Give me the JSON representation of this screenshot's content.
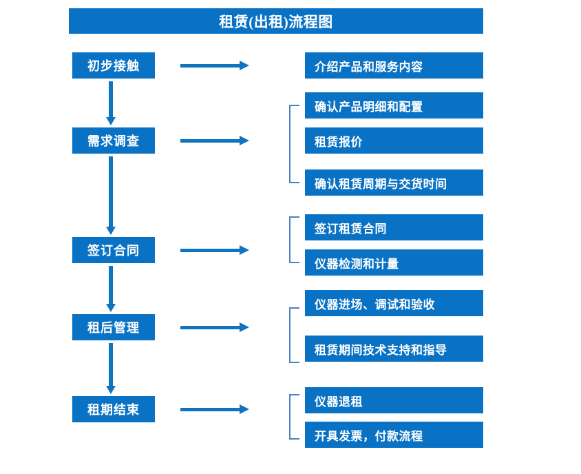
{
  "title": "租赁(出租)流程图",
  "theme": {
    "box_blue": "#0a72c4",
    "arrow_blue": "#0f73bf",
    "bracket_blue": "#4b82bd",
    "text_white": "#ffffff",
    "background": "#ffffff"
  },
  "flow": {
    "stages": [
      {
        "label": "初步接触"
      },
      {
        "label": "需求调查"
      },
      {
        "label": "签订合同"
      },
      {
        "label": "租后管理"
      },
      {
        "label": "租期结束"
      }
    ],
    "details": [
      {
        "group": 1,
        "items": [
          "介绍产品和服务内容"
        ]
      },
      {
        "group": 2,
        "items": [
          "确认产品明细和配置",
          "租赁报价",
          "确认租赁周期与交货时间"
        ]
      },
      {
        "group": 3,
        "items": [
          "签订租赁合同",
          "仪器检测和计量"
        ]
      },
      {
        "group": 4,
        "items": [
          "仪器进场、调试和验收",
          "租赁期间技术支持和指导"
        ]
      },
      {
        "group": 5,
        "items": [
          "仪器退租",
          "开具发票，付款流程"
        ]
      }
    ]
  },
  "detail_boxes": {
    "b1": "介绍产品和服务内容",
    "b2": "确认产品明细和配置",
    "b3": "租赁报价",
    "b4": "确认租赁周期与交货时间",
    "b5": "签订租赁合同",
    "b6": "仪器检测和计量",
    "b7": "仪器进场、调试和验收",
    "b8": "租赁期间技术支持和指导",
    "b9": "仪器退租",
    "b10": "开具发票，付款流程"
  },
  "stage_boxes": {
    "s1": "初步接触",
    "s2": "需求调查",
    "s3": "签订合同",
    "s4": "租后管理",
    "s5": "租期结束"
  }
}
